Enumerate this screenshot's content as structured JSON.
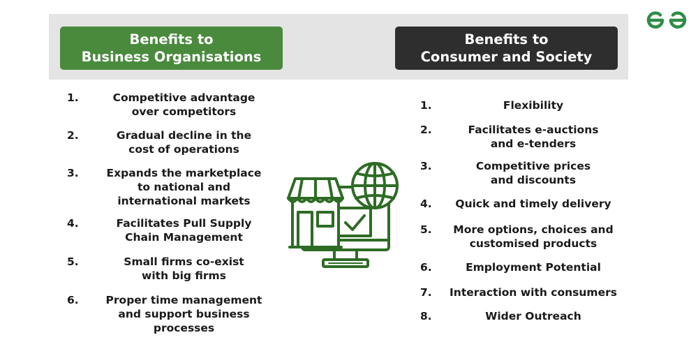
{
  "header": {
    "left_title": [
      "Benefits to",
      "Business Organisations"
    ],
    "right_title": [
      "Benefits to",
      "Consumer and Society"
    ]
  },
  "logo": {
    "name": "gfg-logo-icon",
    "color": "#2f8d46"
  },
  "colors": {
    "left_header_bg": "#4a8a3d",
    "right_header_bg": "#2e2e2e",
    "band_bg": "#e4e4e4",
    "icon_green": "#2e6b25"
  },
  "left_items": [
    {
      "num": "1.",
      "lines": [
        "Competitive advantage",
        "over competitors"
      ]
    },
    {
      "num": "2.",
      "lines": [
        "Gradual decline in the",
        "cost of operations"
      ]
    },
    {
      "num": "3.",
      "lines": [
        "Expands the marketplace",
        "to national and",
        "international markets"
      ]
    },
    {
      "num": "4.",
      "lines": [
        "Facilitates Pull Supply",
        "Chain Management"
      ]
    },
    {
      "num": "5.",
      "lines": [
        "Small firms co-exist",
        "with big firms"
      ]
    },
    {
      "num": "6.",
      "lines": [
        "Proper time management",
        "and support business",
        "processes"
      ]
    }
  ],
  "right_items": [
    {
      "num": "1.",
      "lines": [
        "Flexibility"
      ]
    },
    {
      "num": "2.",
      "lines": [
        "Facilitates e-auctions",
        "and e-tenders"
      ]
    },
    {
      "num": "3.",
      "lines": [
        "Competitive prices",
        "and discounts"
      ]
    },
    {
      "num": "4.",
      "lines": [
        "Quick and timely delivery"
      ]
    },
    {
      "num": "5.",
      "lines": [
        "More options, choices and",
        "customised products"
      ]
    },
    {
      "num": "6.",
      "lines": [
        "Employment Potential"
      ]
    },
    {
      "num": "7.",
      "lines": [
        "Interaction with consumers"
      ]
    },
    {
      "num": "8.",
      "lines": [
        "Wider Outreach"
      ]
    }
  ],
  "illustration": {
    "icon": "ecommerce-store-globe-icon"
  }
}
